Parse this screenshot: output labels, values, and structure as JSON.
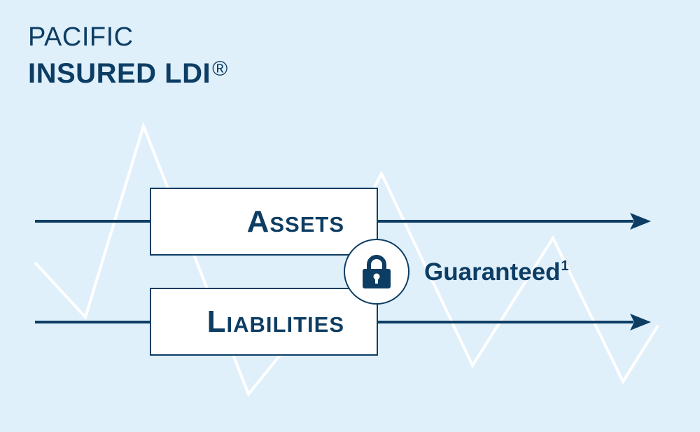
{
  "title": {
    "line1": "PACIFIC",
    "line2": "INSURED LDI",
    "registered_mark": "®"
  },
  "diagram": {
    "assets_label": "Assets",
    "liabilities_label": "Liabilities",
    "lock_icon": "padlock-icon",
    "guaranteed_label": "Guaranteed",
    "guaranteed_footnote": "1"
  },
  "colors": {
    "background": "#dff0fb",
    "primary": "#0d3d63",
    "box_fill": "#ffffff",
    "zigzag": "#ffffff"
  }
}
